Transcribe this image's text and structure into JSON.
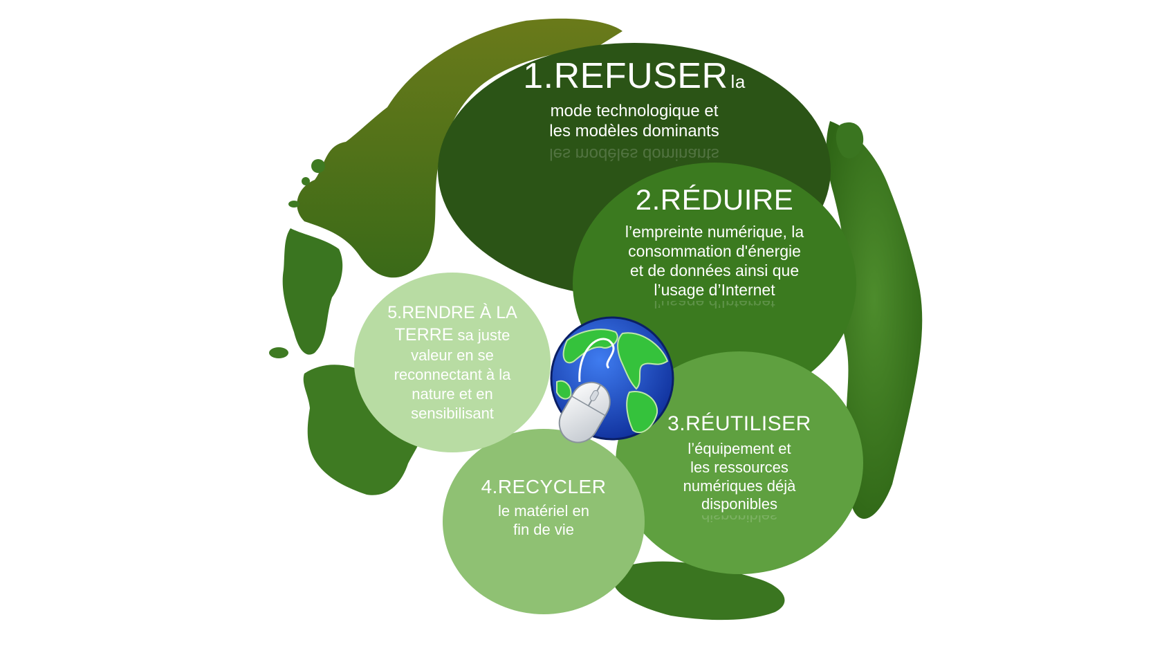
{
  "steps": [
    {
      "title": "1.REFUSER",
      "suffix": "la",
      "lines": [
        "mode technologique et",
        "les modèles dominants"
      ],
      "reflection": "les modèles dominants"
    },
    {
      "title": "2.RÉDUIRE",
      "lines": [
        "l’empreinte numérique, la",
        "consommation d'énergie",
        "et de données ainsi que",
        "l’usage d’Internet"
      ],
      "reflection": "l’usage d’Internet"
    },
    {
      "title": "3.RÉUTILISER",
      "lines": [
        "l’équipement et",
        "les ressources",
        "numériques déjà",
        "disponibles"
      ],
      "reflection": "disponibles"
    },
    {
      "title": "4.RECYCLER",
      "lines": [
        "le matériel en",
        "fin de vie"
      ]
    },
    {
      "title_line1": "5.RENDRE À LA",
      "title_line2": "TERRE",
      "line2_rest": " sa juste",
      "lines": [
        "valeur en se",
        "reconnectant à la",
        "nature et en",
        "sensibilisant"
      ]
    }
  ],
  "icons": {
    "background": "globe-icon",
    "center": "globe-with-computer-mouse-icon"
  },
  "colors": {
    "step1": "#2b5416",
    "step2": "#3b7a1f",
    "step3": "#5fa040",
    "step4": "#8fc173",
    "step5": "#b8dca3",
    "land": "#3e7a22",
    "ocean": "#1c4fbf",
    "continent": "#35c23c"
  }
}
